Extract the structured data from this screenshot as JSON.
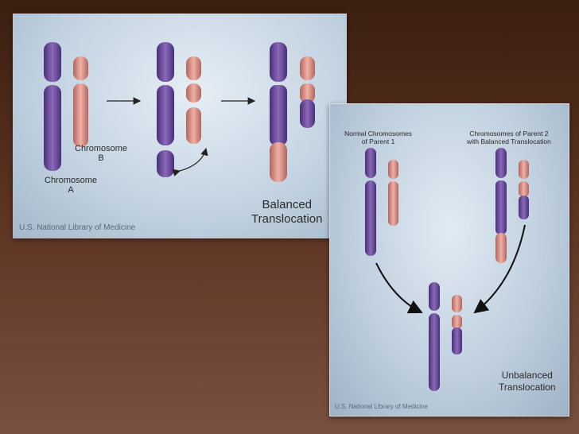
{
  "panel_balanced": {
    "chromosome_b_label": "Chromosome\nB",
    "chromosome_a_label": "Chromosome\nA",
    "result_label": "Balanced\nTranslocation",
    "credit": "U.S. National Library of Medicine"
  },
  "panel_unbalanced": {
    "parent1_label": "Normal Chromosomes\nof Parent 1",
    "parent2_label": "Chromosomes of Parent 2\nwith Balanced Translocation",
    "result_label": "Unbalanced\nTranslocation",
    "credit": "U.S. National Library of Medicine"
  },
  "colors": {
    "chromosome_a": "#6a4a9a",
    "chromosome_b": "#d89088",
    "arrow": "#222222"
  }
}
